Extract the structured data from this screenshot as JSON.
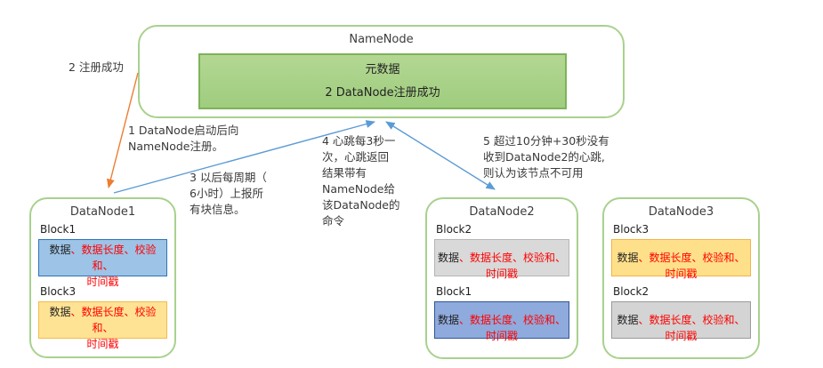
{
  "namenode": {
    "title": "NameNode",
    "metadata_label": "元数据",
    "register_success_text": "2 DataNode注册成功"
  },
  "notes": {
    "note1": "1 DataNode启动后向\nNameNode注册。",
    "note2": "2 注册成功",
    "note3": "3 以后每周期（\n6小时）上报所\n有块信息。",
    "note4": "4 心跳每3秒一\n次，心跳返回\n结果带有\nNameNode给\n该DataNode的\n命令",
    "note5": "5 超过10分钟+30秒没有\n收到DataNode2的心跳,\n则认为该节点不可用"
  },
  "datanodes": [
    {
      "title": "DataNode1",
      "blocks": [
        {
          "label": "Block1",
          "data_black": "数据",
          "fields_red": "、数据长度、校验和、\n时间戳",
          "color": "blue"
        },
        {
          "label": "Block3",
          "data_black": "数据",
          "fields_red": "、数据长度、校验和、\n时间戳",
          "color": "orange"
        }
      ]
    },
    {
      "title": "DataNode2",
      "blocks": [
        {
          "label": "Block2",
          "data_black": "数据",
          "fields_red": "、数据长度、校验和、\n时间戳",
          "color": "gray"
        },
        {
          "label": "Block1",
          "data_black": "数据",
          "fields_red": "、数据长度、校验和、\n时间戳",
          "color": "blue"
        }
      ]
    },
    {
      "title": "DataNode3",
      "blocks": [
        {
          "label": "Block3",
          "data_black": "数据",
          "fields_red": "、数据长度、校验和、\n时间戳",
          "color": "orange"
        },
        {
          "label": "Block2",
          "data_black": "数据",
          "fields_red": "、数据长度、校验和、\n时间戳",
          "color": "gray"
        }
      ]
    }
  ],
  "arrows": [
    {
      "name": "register-success-arrow",
      "from": "NameNode",
      "to": "DataNode1",
      "color": "#ED7D31",
      "heads": "end"
    },
    {
      "name": "datanode1-to-namenode-arrow",
      "from": "DataNode1",
      "to": "NameNode",
      "color": "#5B9BD5",
      "heads": "end"
    },
    {
      "name": "namenode-datanode2-arrow",
      "from": "NameNode",
      "to": "DataNode2",
      "color": "#5B9BD5",
      "heads": "both"
    }
  ],
  "colors": {
    "node_border_green": "#A9D18E",
    "metadata_fill_top": "#B3D793",
    "metadata_fill_bottom": "#9FCD7E",
    "metadata_border": "#7DB35A",
    "arrow_orange": "#ED7D31",
    "arrow_blue": "#5B9BD5",
    "block_text_red": "#FF0000",
    "blue_block_fill": "#9DC3E6",
    "blue_block_border": "#2E75B6",
    "blue2_block_fill": "#8FAADC",
    "blue2_block_border": "#2F5597",
    "orange_block_fill": "#FFE394",
    "orange_block_border": "#F2BC4E",
    "gray_block_fill": "#D9D9D9",
    "gray_block_border": "#B5B5B5"
  }
}
